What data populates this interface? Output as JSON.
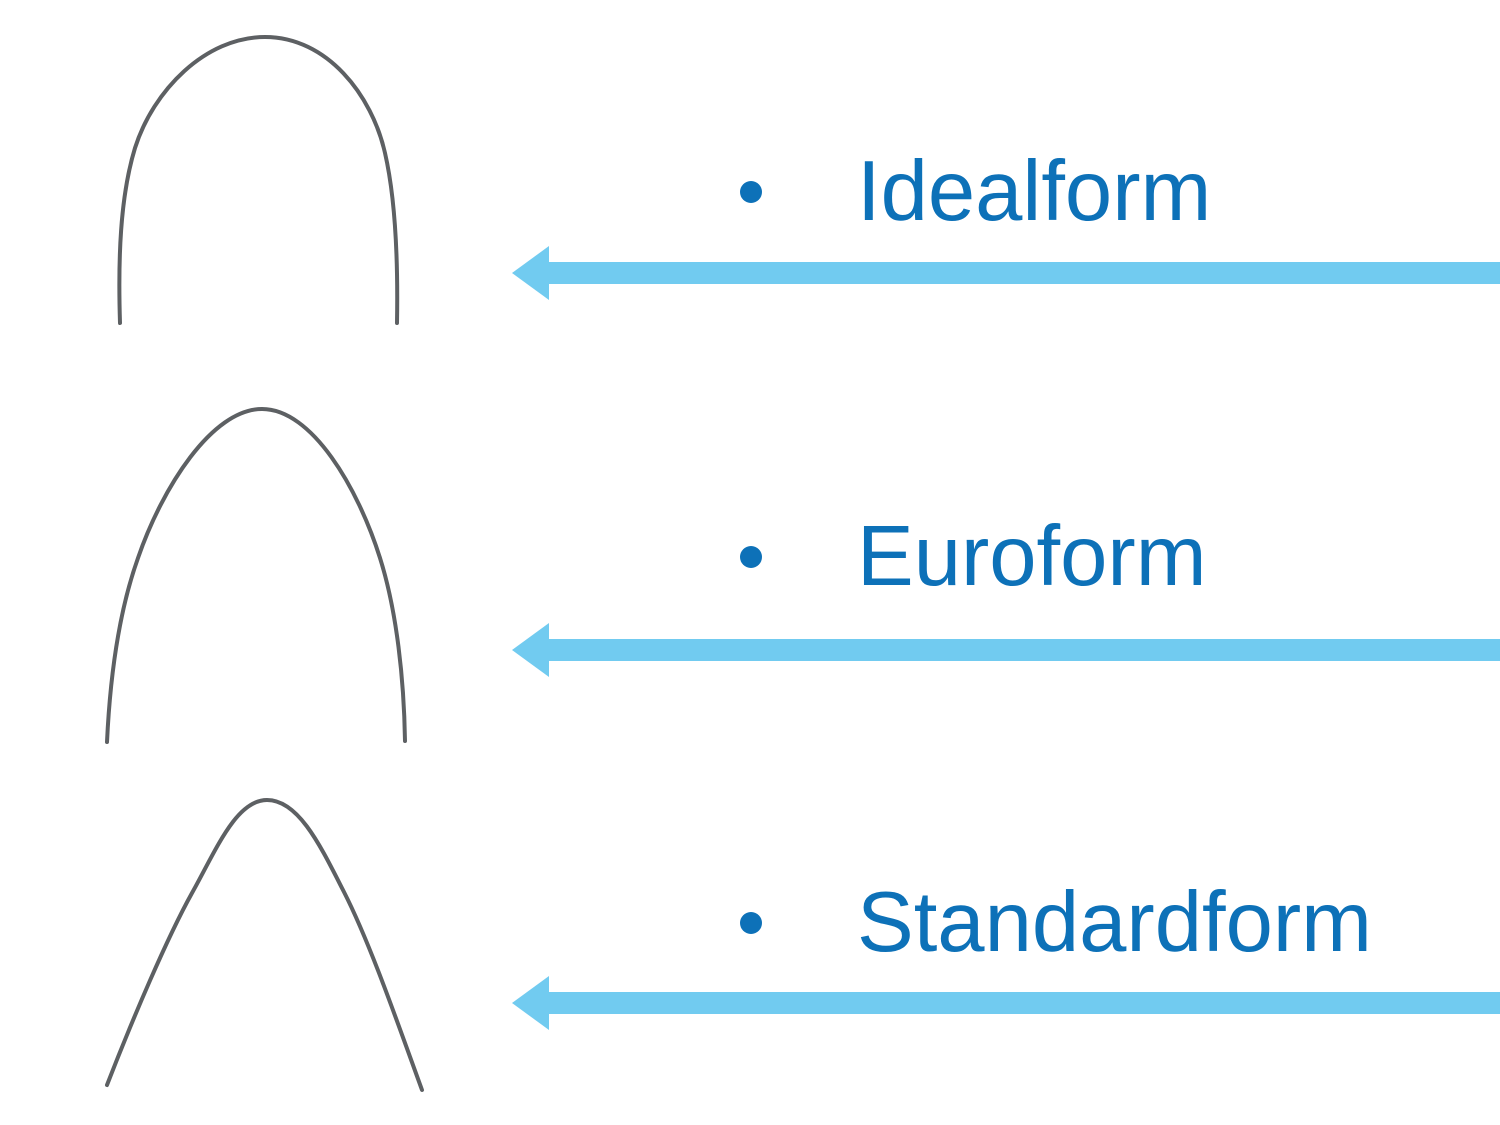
{
  "colors": {
    "background": "#ffffff",
    "label_text_blue": "#0d71b8",
    "bullet_blue": "#0d71b8",
    "arrow_light_blue": "#71cbf0",
    "wire_gray": "#5d6063"
  },
  "items": [
    {
      "label": "Idealform",
      "bullet": "dot",
      "wire_icon": "idealform-archwire",
      "arrow_icon": "left-arrow"
    },
    {
      "label": "Euroform",
      "bullet": "dot",
      "wire_icon": "euroform-archwire",
      "arrow_icon": "left-arrow"
    },
    {
      "label": "Standardform",
      "bullet": "dot",
      "wire_icon": "standardform-archwire",
      "arrow_icon": "left-arrow"
    }
  ]
}
